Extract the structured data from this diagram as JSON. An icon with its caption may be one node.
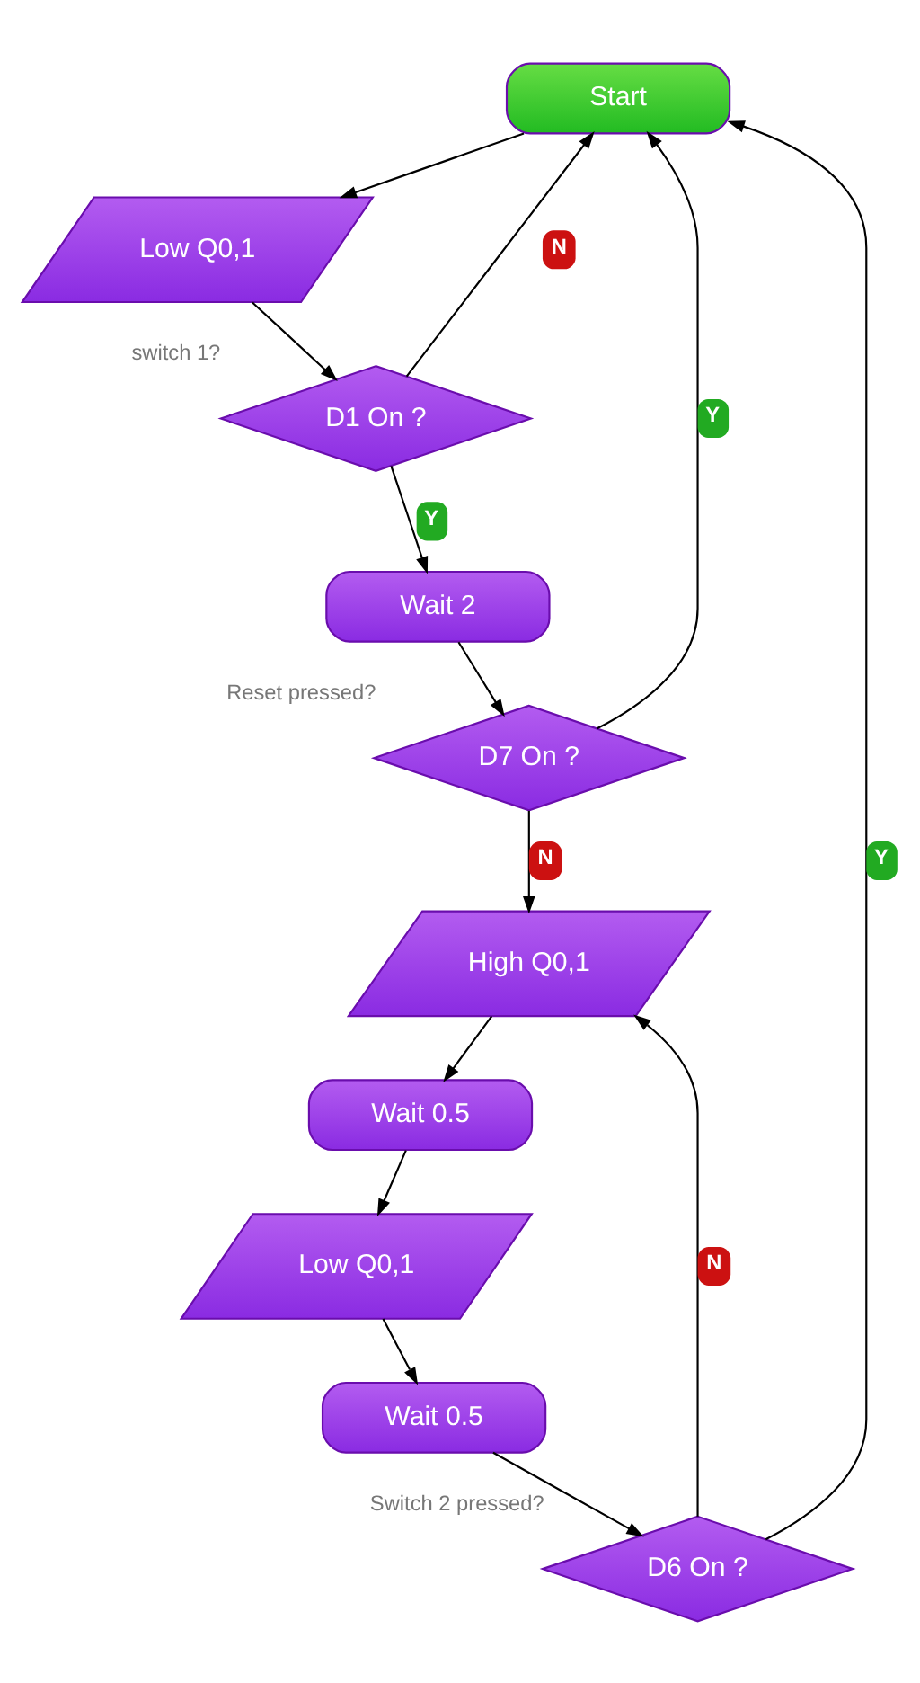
{
  "diagram": {
    "nodes": [
      {
        "text": [
          "Start"
        ]
      },
      {
        "text": [
          "Low Q0,1"
        ]
      },
      {
        "text": [
          "D1 On ?"
        ],
        "beside": [
          "switch 1?"
        ]
      },
      {
        "text": [
          "Wait 2"
        ]
      },
      {
        "text": [
          "D7 On ?"
        ],
        "beside": [
          "Reset pressed?"
        ]
      },
      {
        "text": [
          "High Q0,1"
        ]
      },
      {
        "text": [
          "Wait 0.5"
        ]
      },
      {
        "text": [
          "Low Q0,1"
        ]
      },
      {
        "text": [
          "Wait 0.5"
        ]
      },
      {
        "text": [
          "D6 On ?"
        ],
        "beside": [
          "Switch 2 pressed?"
        ]
      }
    ],
    "edges": [
      {
        "from": 0,
        "to": 1,
        "arrow": "to"
      },
      {
        "from": 1,
        "to": 2,
        "arrow": "to"
      },
      {
        "from": 2,
        "to": 3,
        "arrow": "to",
        "label": "Y"
      },
      {
        "from": 2,
        "to": 0,
        "arrow": "to",
        "label": "N"
      },
      {
        "from": 3,
        "to": 4,
        "arrow": "to"
      },
      {
        "from": 4,
        "to": 0,
        "arrow": "to",
        "label": "Y"
      },
      {
        "from": 4,
        "to": 5,
        "arrow": "to",
        "label": "N"
      },
      {
        "from": 5,
        "to": 6,
        "arrow": "to"
      },
      {
        "from": 6,
        "to": 7,
        "arrow": "to"
      },
      {
        "from": 7,
        "to": 8,
        "arrow": "to"
      },
      {
        "from": 8,
        "to": 9,
        "arrow": "to"
      },
      {
        "from": 9,
        "to": 0,
        "arrow": "to",
        "label": "Y"
      },
      {
        "from": 9,
        "to": 5,
        "arrow": "to",
        "label": "N"
      }
    ]
  }
}
